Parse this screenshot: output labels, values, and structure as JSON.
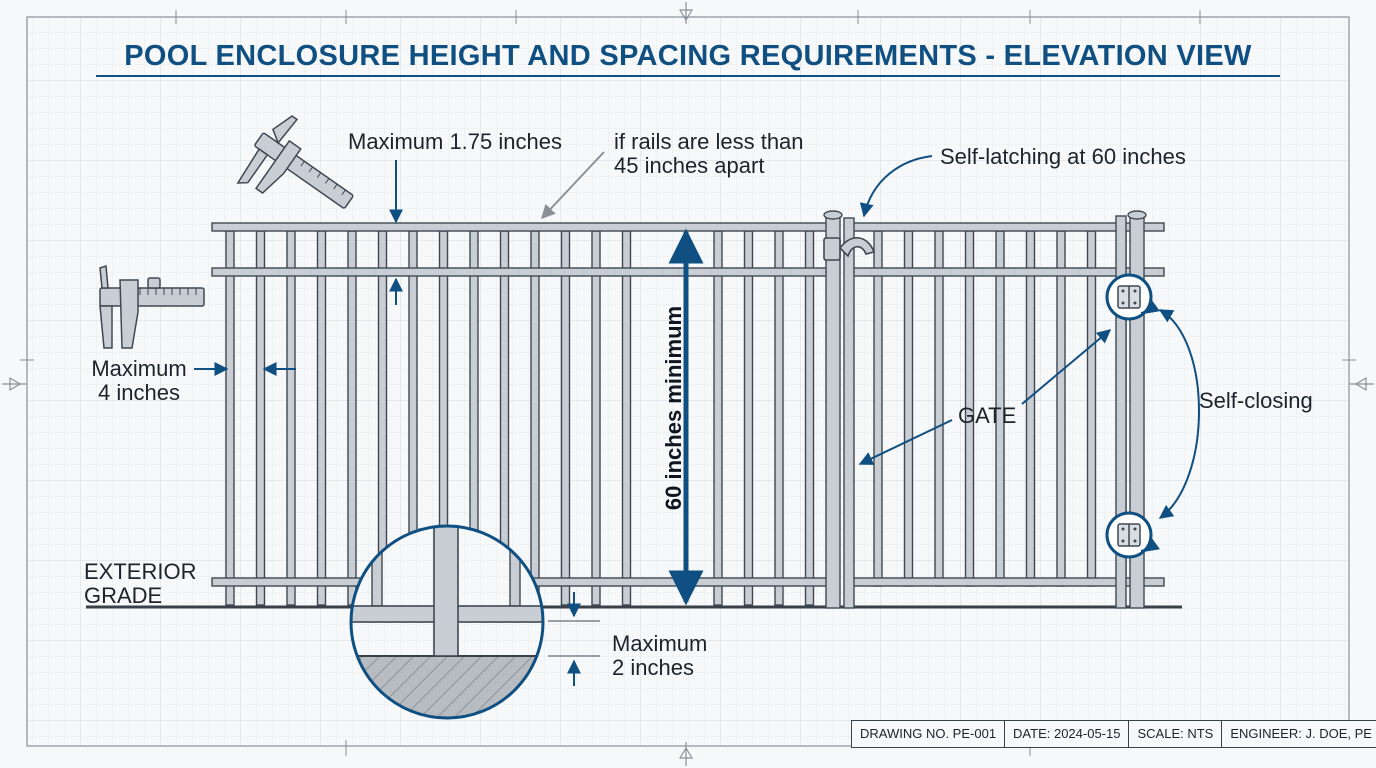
{
  "title": "POOL ENCLOSURE HEIGHT AND SPACING REQUIREMENTS - ELEVATION VIEW",
  "annotations": {
    "top_gap": "Maximum 1.75 inches",
    "rails_note_line1": "if rails are less than",
    "rails_note_line2": "45 inches apart",
    "latch": "Self-latching at 60 inches",
    "picket_gap_line1": "Maximum",
    "picket_gap_line2": "4 inches",
    "gate": "GATE",
    "self_closing": "Self-closing",
    "height": "60 inches minimum",
    "grade_line1": "EXTERIOR",
    "grade_line2": "GRADE",
    "bottom_gap_line1": "Maximum",
    "bottom_gap_line2": "2 inches"
  },
  "title_block": {
    "drawing_no": "DRAWING NO. PE-001",
    "date": "DATE: 2024-05-15",
    "scale": "SCALE: NTS",
    "engineer": "ENGINEER: J. DOE, PE"
  },
  "colors": {
    "accent": "#0f4f82",
    "fence_fill": "#c9ced4",
    "fence_stroke": "#3f4852",
    "grid": "#dfe4e8",
    "ground_hatch": "#9ea4aa"
  },
  "icons": [
    "caliper-icon",
    "caliper-icon",
    "hinge-icon",
    "hinge-icon",
    "latch-icon"
  ]
}
